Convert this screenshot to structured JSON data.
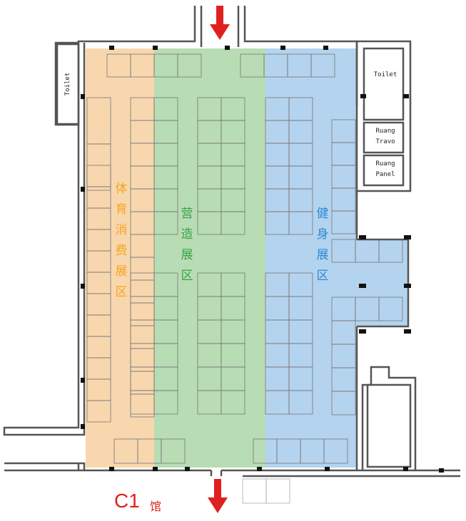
{
  "hall": {
    "name": "C1",
    "suffix": "馆"
  },
  "zones": [
    {
      "id": "sports-consumer",
      "label": [
        "体",
        "育",
        "消",
        "费",
        "展",
        "区"
      ],
      "color": "#f8d7ae",
      "text_color": "#f5a623"
    },
    {
      "id": "construction",
      "label": [
        "营",
        "造",
        "展",
        "区"
      ],
      "color": "#b8dcb4",
      "text_color": "#3aa34a"
    },
    {
      "id": "fitness",
      "label": [
        "健",
        "身",
        "展",
        "区"
      ],
      "color": "#b4d3ee",
      "text_color": "#2a8ad4"
    }
  ],
  "rooms": {
    "toilet_left": "Toilet",
    "toilet_right": "Toilet",
    "ruang_travo": [
      "Ruang",
      "Travo"
    ],
    "ruang_panel": [
      "Ruang",
      "Panel"
    ]
  },
  "entrance_arrow_color": "#e02020",
  "colors": {
    "wall": "#555555",
    "booth": "#777777",
    "hall_text": "#e02020"
  }
}
